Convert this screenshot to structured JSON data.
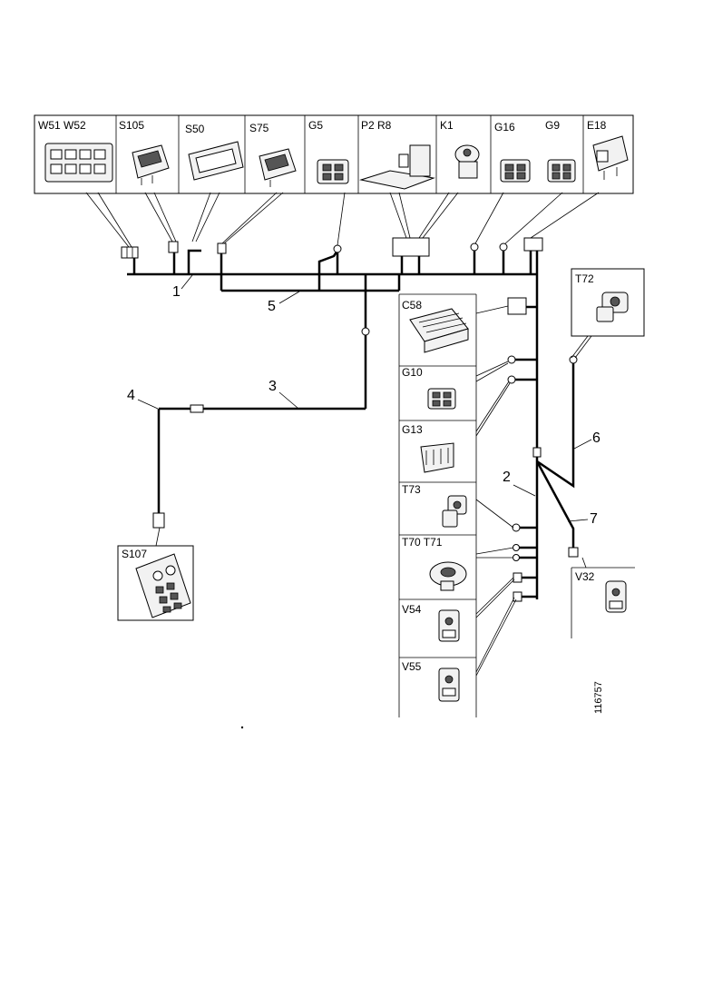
{
  "top_components": [
    {
      "id": "w51-w52",
      "label": "W51 W52"
    },
    {
      "id": "s105",
      "label": "S105"
    },
    {
      "id": "s50",
      "label": "S50"
    },
    {
      "id": "s75",
      "label": "S75"
    },
    {
      "id": "g5",
      "label": "G5"
    },
    {
      "id": "p2-r8",
      "label": "P2 R8"
    },
    {
      "id": "k1",
      "label": "K1"
    },
    {
      "id": "g16",
      "label": "G16"
    },
    {
      "id": "g9",
      "label": "G9"
    },
    {
      "id": "e18",
      "label": "E18"
    }
  ],
  "right_components": [
    {
      "id": "c58",
      "label": "C58"
    },
    {
      "id": "g10",
      "label": "G10"
    },
    {
      "id": "g13",
      "label": "G13"
    },
    {
      "id": "t73",
      "label": "T73"
    },
    {
      "id": "t70-t71",
      "label": "T70 T71"
    },
    {
      "id": "v54",
      "label": "V54"
    },
    {
      "id": "v55",
      "label": "V55"
    }
  ],
  "side_components": [
    {
      "id": "t72",
      "label": "T72"
    },
    {
      "id": "v32",
      "label": "V32"
    },
    {
      "id": "s107",
      "label": "S107"
    }
  ],
  "harness_numbers": [
    "1",
    "2",
    "3",
    "4",
    "5",
    "6",
    "7"
  ],
  "drawing_code": "116757"
}
